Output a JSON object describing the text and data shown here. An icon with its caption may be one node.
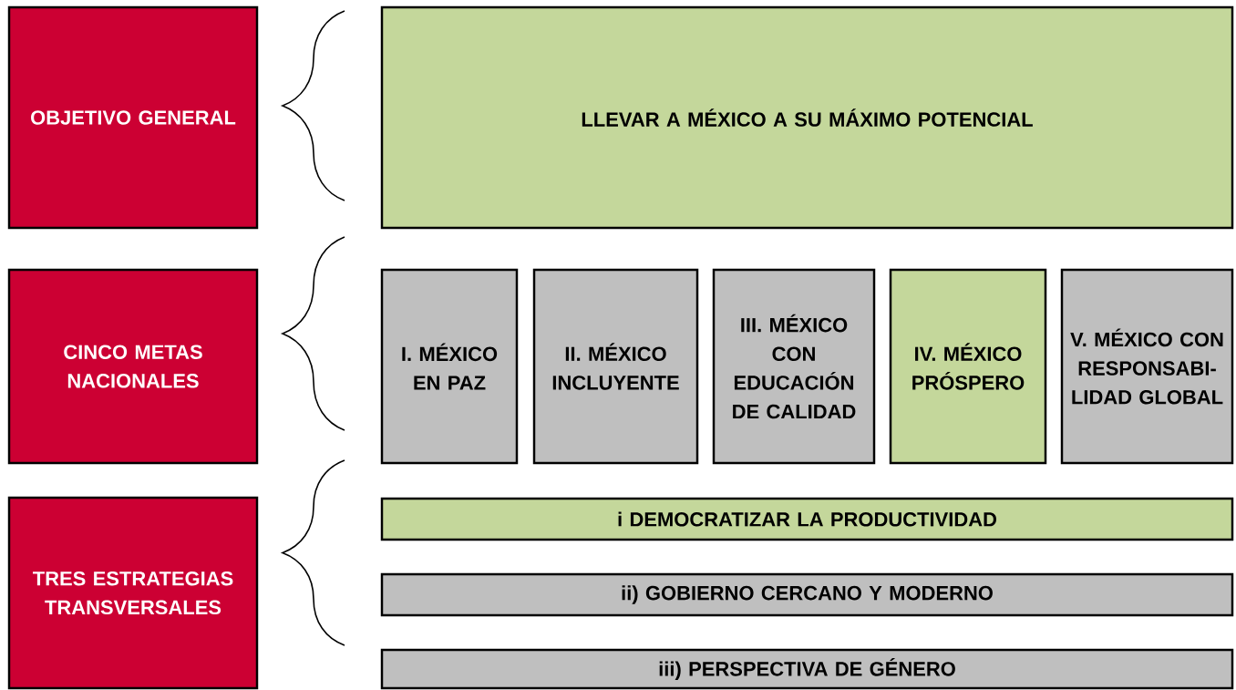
{
  "diagram": {
    "nodes": [
      {
        "text": [
          "OBJETIVO GENERAL"
        ]
      },
      {
        "text": [
          "CINCO METAS NACIONALES"
        ]
      },
      {
        "text": [
          "TRES ESTRATEGIAS TRANSVERSALES"
        ]
      },
      {
        "text": [
          "LLEVAR A MÉXICO A SU MÁXIMO POTENCIAL"
        ]
      },
      {
        "text": [
          "I. MÉXICO EN PAZ"
        ]
      },
      {
        "text": [
          "II. MÉXICO INCLUYENTE"
        ]
      },
      {
        "text": [
          "III. MÉXICO CON EDUCACIÓN DE CALIDAD"
        ]
      },
      {
        "text": [
          "IV. MÉXICO PRÓSPERO"
        ]
      },
      {
        "text": [
          "V. MÉXICO CON RESPONSABI-LIDAD GLOBAL"
        ]
      },
      {
        "text": [
          "i DEMOCRATIZAR LA PRODUCTIVIDAD"
        ]
      },
      {
        "text": [
          "ii) GOBIERNO CERCANO Y MODERNO"
        ]
      },
      {
        "text": [
          "iii) PERSPECTIVA DE GÉNERO"
        ]
      }
    ]
  }
}
